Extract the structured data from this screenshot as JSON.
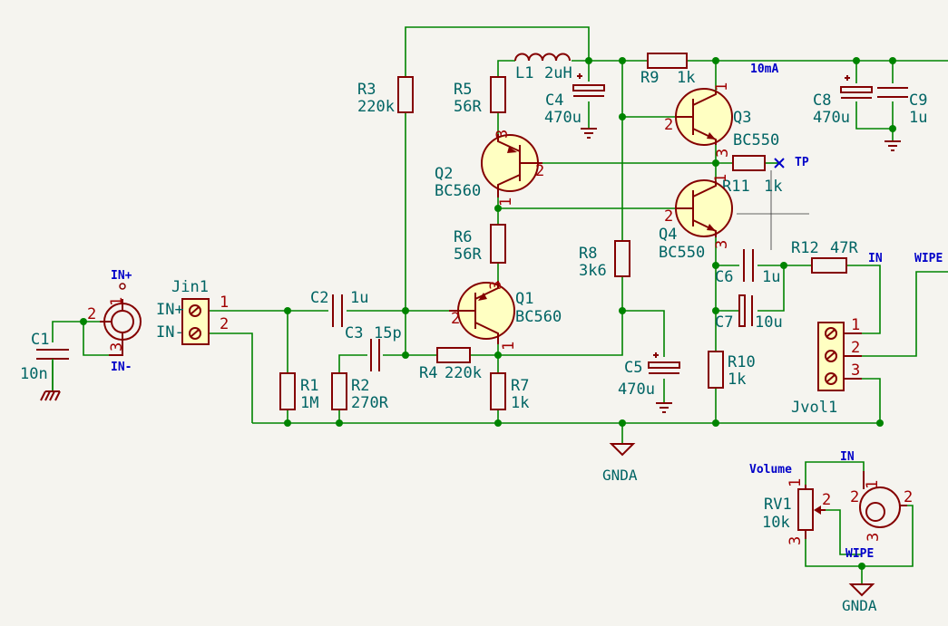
{
  "background": "#f5f4ef",
  "colors": {
    "wire": "#008400",
    "symbol": "#840000",
    "pin_number": "#a00000",
    "label": "#006464",
    "net_label": "#0000c8",
    "junction": "#008400"
  },
  "components": {
    "C1": {
      "ref": "C1",
      "value": "10n"
    },
    "C2": {
      "ref": "C2",
      "value": "1u"
    },
    "C3": {
      "ref": "C3",
      "value": "15p"
    },
    "C4": {
      "ref": "C4",
      "value": "470u"
    },
    "C5": {
      "ref": "C5",
      "value": "470u"
    },
    "C6": {
      "ref": "C6",
      "value": "1u"
    },
    "C7": {
      "ref": "C7",
      "value": "10u"
    },
    "C8": {
      "ref": "C8",
      "value": "470u"
    },
    "C9": {
      "ref": "C9",
      "value": "1u"
    },
    "R1": {
      "ref": "R1",
      "value": "1M"
    },
    "R2": {
      "ref": "R2",
      "value": "270R"
    },
    "R3": {
      "ref": "R3",
      "value": "220k"
    },
    "R4": {
      "ref": "R4",
      "value": "220k"
    },
    "R5": {
      "ref": "R5",
      "value": "56R"
    },
    "R6": {
      "ref": "R6",
      "value": "56R"
    },
    "R7": {
      "ref": "R7",
      "value": "1k"
    },
    "R8": {
      "ref": "R8",
      "value": "3k6"
    },
    "R9": {
      "ref": "R9",
      "value": "1k"
    },
    "R10": {
      "ref": "R10",
      "value": "1k"
    },
    "R11": {
      "ref": "R11",
      "value": "1k"
    },
    "R12": {
      "ref": "R12",
      "value": "47R"
    },
    "L1": {
      "ref": "L1",
      "value": "2uH"
    },
    "Q1": {
      "ref": "Q1",
      "value": "BC560"
    },
    "Q2": {
      "ref": "Q2",
      "value": "BC560"
    },
    "Q3": {
      "ref": "Q3",
      "value": "BC550"
    },
    "Q4": {
      "ref": "Q4",
      "value": "BC550"
    },
    "Jin1": {
      "ref": "Jin1",
      "pin1_label": "IN+",
      "pin2_label": "IN-"
    },
    "Jvol1": {
      "ref": "Jvol1"
    },
    "RV1": {
      "ref": "RV1",
      "value": "10k",
      "label": "Volume"
    }
  },
  "net_labels": {
    "in_plus": "IN+",
    "in_minus": "IN-",
    "in": "IN",
    "wipe": "WIPE",
    "current": "10mA",
    "testpoint": "TP"
  },
  "power": {
    "gnda": "GNDA"
  },
  "pins": {
    "p1": "1",
    "p2": "2",
    "p3": "3"
  }
}
